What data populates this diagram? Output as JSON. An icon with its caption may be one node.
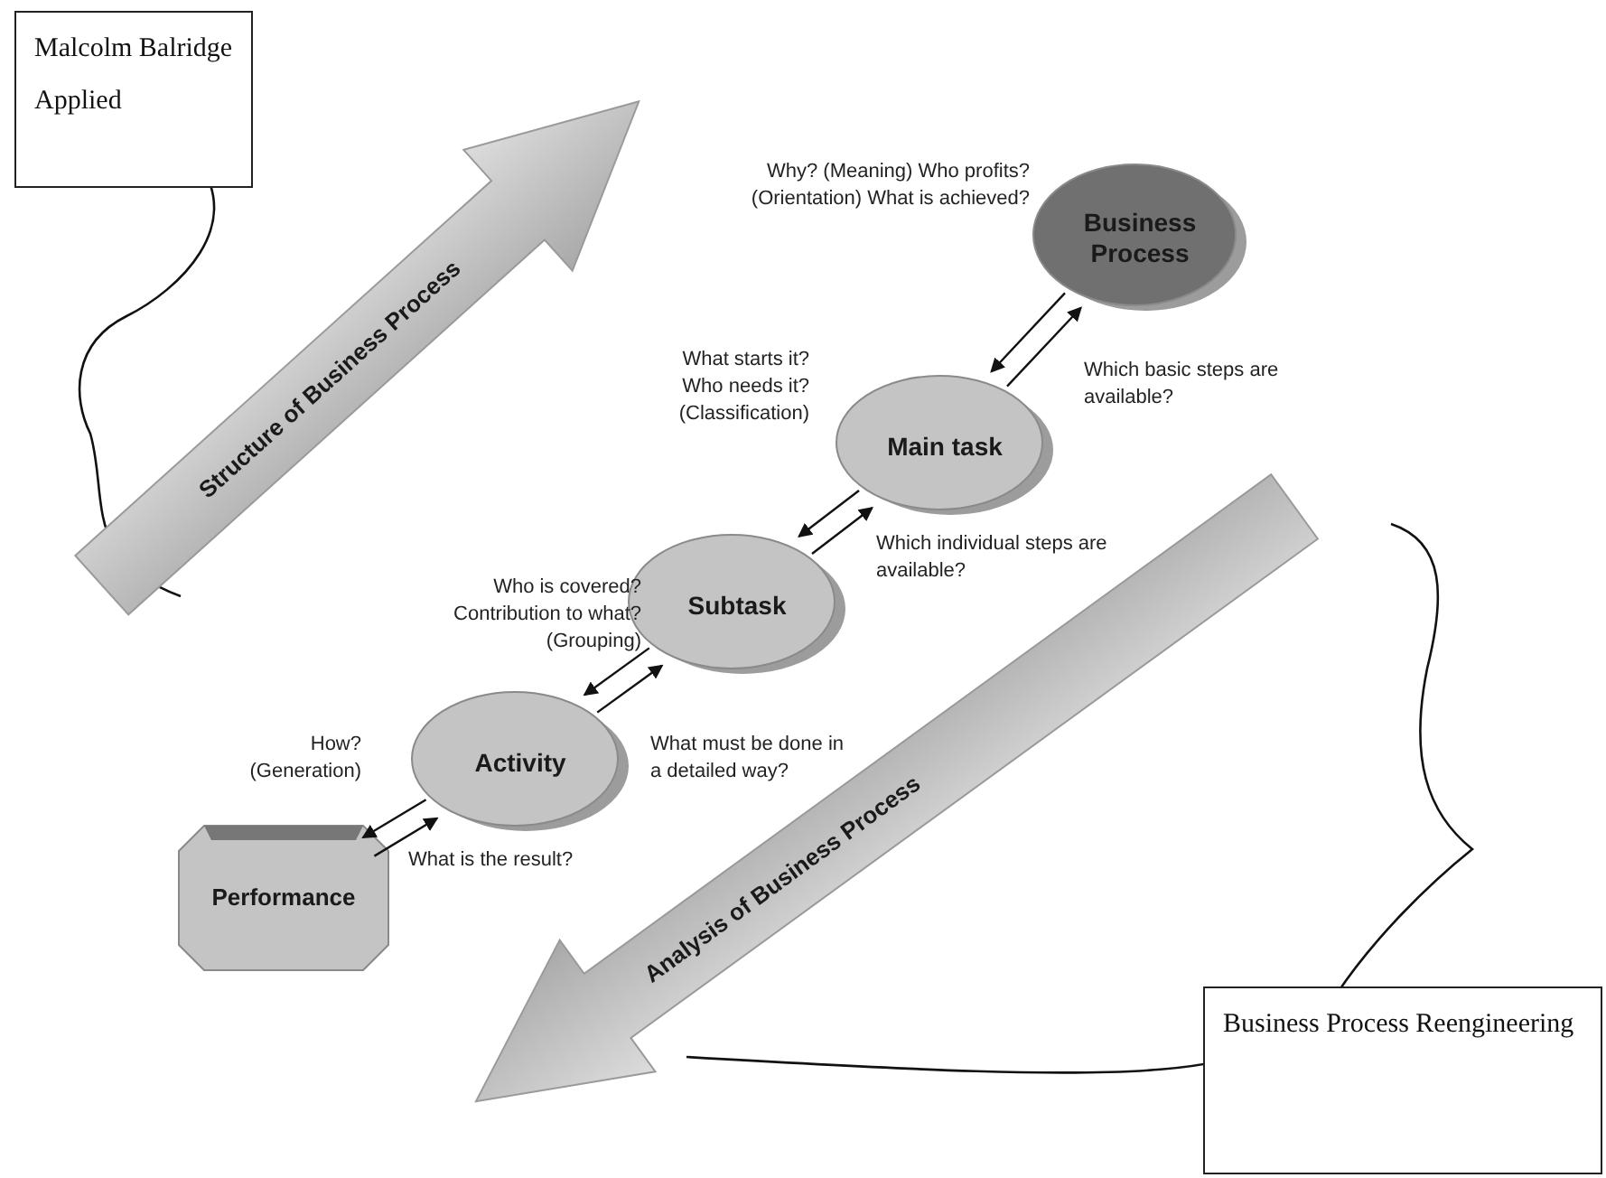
{
  "diagram": {
    "nodes": [
      {
        "text": [
          "Malcolm Balridge Applied"
        ]
      },
      {
        "text": [
          "Structure of Business Process"
        ]
      },
      {
        "text": [
          "Business Process"
        ]
      },
      {
        "text": [
          "Main task"
        ]
      },
      {
        "text": [
          "Subtask"
        ]
      },
      {
        "text": [
          "Activity"
        ]
      },
      {
        "text": [
          "Performance"
        ]
      },
      {
        "text": [
          "Analysis of Business Process"
        ]
      },
      {
        "text": [
          "Business Process Reengineering"
        ]
      }
    ],
    "edges": [
      {
        "from": 2,
        "to": 3,
        "arrow": "to",
        "label": "Why? (Meaning) Who profits? (Orientation) What is achieved?"
      },
      {
        "from": 3,
        "to": 2,
        "arrow": "to",
        "label": "Which basic steps are available?"
      },
      {
        "from": 3,
        "to": 4,
        "arrow": "to",
        "label": "What starts it? Who needs it? (Classification)"
      },
      {
        "from": 4,
        "to": 3,
        "arrow": "to",
        "label": "Which individual steps are available?"
      },
      {
        "from": 4,
        "to": 5,
        "arrow": "to",
        "label": "Who is covered? Contribution to what? (Grouping)"
      },
      {
        "from": 5,
        "to": 4,
        "arrow": "to",
        "label": "What must be done in a detailed way?"
      },
      {
        "from": 5,
        "to": 6,
        "arrow": "to",
        "label": "How? (Generation)"
      },
      {
        "from": 6,
        "to": 5,
        "arrow": "to",
        "label": "What is the result?"
      }
    ]
  }
}
